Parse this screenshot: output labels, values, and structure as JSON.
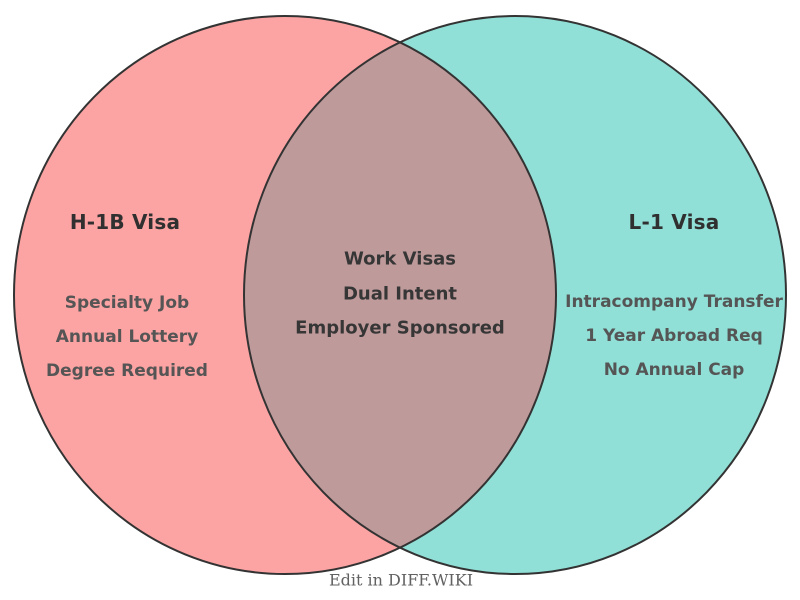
{
  "venn": {
    "type": "venn2",
    "left": {
      "title": "H-1B Visa",
      "color": "#FCA3A3",
      "items": [
        "Specialty Job",
        "Annual Lottery",
        "Degree Required"
      ]
    },
    "right": {
      "title": "L-1 Visa",
      "color": "#91E0D7",
      "items": [
        "Intracompany Transfer",
        "1 Year Abroad Req",
        "No Annual Cap"
      ]
    },
    "overlap": {
      "color": "#BF9A9B",
      "items": [
        "Work Visas",
        "Dual Intent",
        "Employer Sponsored"
      ]
    },
    "outline_color": "#333333",
    "text_colors": {
      "title": "#303030",
      "item": "#555555",
      "overlap_item": "#363636",
      "footer": "#616161"
    }
  },
  "footer": {
    "label": "Edit in DIFF.WIKI"
  }
}
